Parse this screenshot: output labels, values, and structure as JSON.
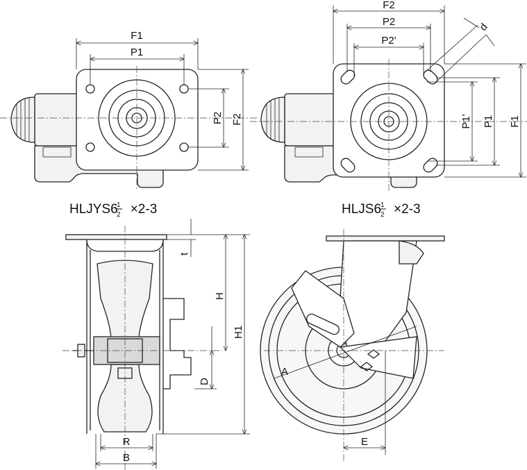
{
  "top_left_view": {
    "labels": {
      "f1": "F1",
      "p1": "P1",
      "p2": "P2",
      "f2": "F2"
    }
  },
  "top_right_view": {
    "labels": {
      "f2": "F2",
      "p2": "P2",
      "p2_prime": "P2'",
      "d": "d",
      "p1_prime": "P1'",
      "p1": "P1",
      "f1": "F1"
    }
  },
  "side_view": {
    "title": {
      "prefix": "HLJYS6",
      "num": "1",
      "den": "2",
      "suffix": "×2-3"
    },
    "labels": {
      "t": "t",
      "h": "H",
      "h1": "H1",
      "d": "D",
      "r": "R",
      "b": "B"
    }
  },
  "front_view": {
    "title": {
      "prefix": "HLJS6",
      "num": "1",
      "den": "2",
      "suffix": "×2-3"
    },
    "labels": {
      "a": "A",
      "e": "E"
    }
  }
}
